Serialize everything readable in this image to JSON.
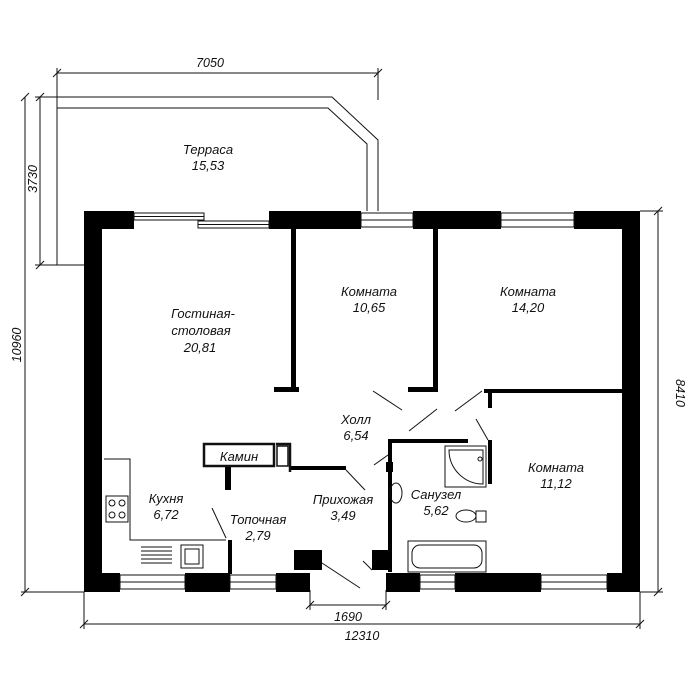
{
  "rooms": {
    "terrace": {
      "name": "Терраса",
      "area": "15,53"
    },
    "living": {
      "name1": "Гостиная-",
      "name2": "столовая",
      "area": "20,81"
    },
    "room1": {
      "name": "Комната",
      "area": "10,65"
    },
    "room2": {
      "name": "Комната",
      "area": "14,20"
    },
    "room3": {
      "name": "Комната",
      "area": "11,12"
    },
    "hall": {
      "name": "Холл",
      "area": "6,54"
    },
    "kitchen": {
      "name": "Кухня",
      "area": "6,72"
    },
    "furnace": {
      "name": "Топочная",
      "area": "2,79"
    },
    "entry": {
      "name": "Прихожая",
      "area": "3,49"
    },
    "bath": {
      "name": "Санузел",
      "area": "5,62"
    },
    "fireplace": {
      "name": "Камин"
    }
  },
  "dimensions": {
    "terrace_width": "7050",
    "terrace_depth": "3730",
    "house_depth_total": "10960",
    "house_depth": "8410",
    "door_width": "1690",
    "house_width": "12310"
  },
  "colors": {
    "wall": "#000000",
    "line": "#111111",
    "background": "#ffffff"
  }
}
